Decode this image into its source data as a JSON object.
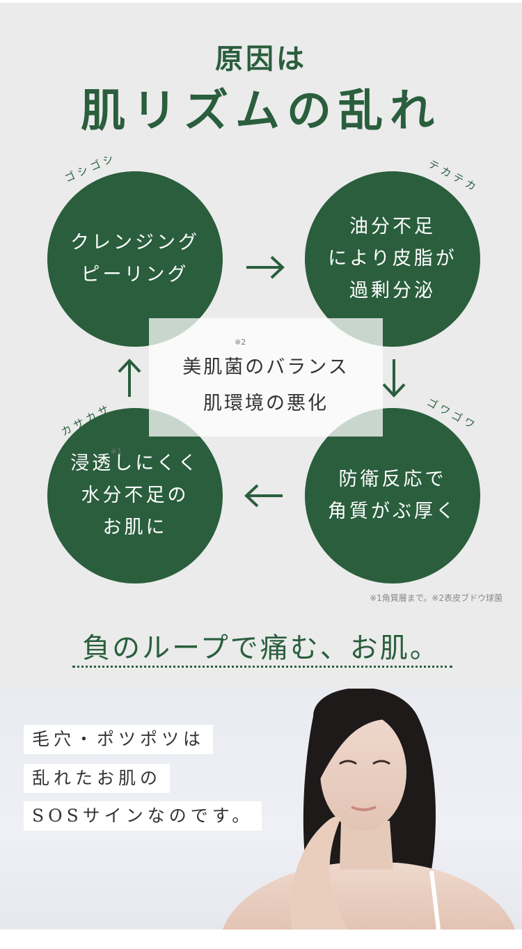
{
  "title": {
    "line1": "原因は",
    "line2": "肌リズムの乱れ"
  },
  "cycle": {
    "top_left": {
      "lines": [
        "クレンジング",
        "ピーリング"
      ],
      "ruby": "ゴシゴシ"
    },
    "top_right": {
      "lines": [
        "油分不足",
        "により皮脂が",
        "過剰分泌"
      ],
      "ruby": "テカテカ"
    },
    "bottom_right": {
      "lines": [
        "防衛反応で",
        "角質がぶ厚く"
      ],
      "ruby": "ゴワゴワ"
    },
    "bottom_left": {
      "lines": [
        "浸透しにくく",
        "水分不足の",
        "お肌に"
      ],
      "ruby": "カサカサ"
    },
    "center": {
      "line1": "美肌菌のバランス",
      "line2": "肌環境の悪化",
      "note1": "※2",
      "note2": "※1"
    }
  },
  "footnote": "※1角質層まで。※2表皮ブドウ球菌",
  "loop": "負のループで痛む、お肌。",
  "captions": [
    "毛穴・ポツポツは",
    "乱れたお肌の",
    "SOSサインなのです。"
  ],
  "colors": {
    "green": "#2a5e3d",
    "background": "#ebebeb"
  }
}
